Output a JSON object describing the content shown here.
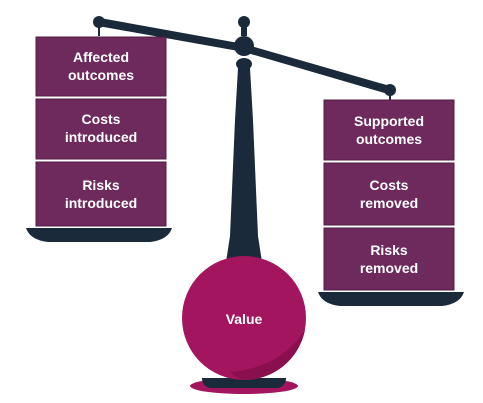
{
  "left_pan": {
    "boxes": [
      {
        "line1": "Affected",
        "line2": "outcomes"
      },
      {
        "line1": "Costs",
        "line2": "introduced"
      },
      {
        "line1": "Risks",
        "line2": "introduced"
      }
    ]
  },
  "right_pan": {
    "boxes": [
      {
        "line1": "Supported",
        "line2": "outcomes"
      },
      {
        "line1": "Costs",
        "line2": "removed"
      },
      {
        "line1": "Risks",
        "line2": "removed"
      }
    ]
  },
  "fulcrum": {
    "label": "Value"
  },
  "colors": {
    "box": "#6e2a5d",
    "box_edge": "#4f1c43",
    "ball": "#a3155e",
    "ball_shade": "#8a0f4e",
    "scale": "#1a2a3a"
  }
}
